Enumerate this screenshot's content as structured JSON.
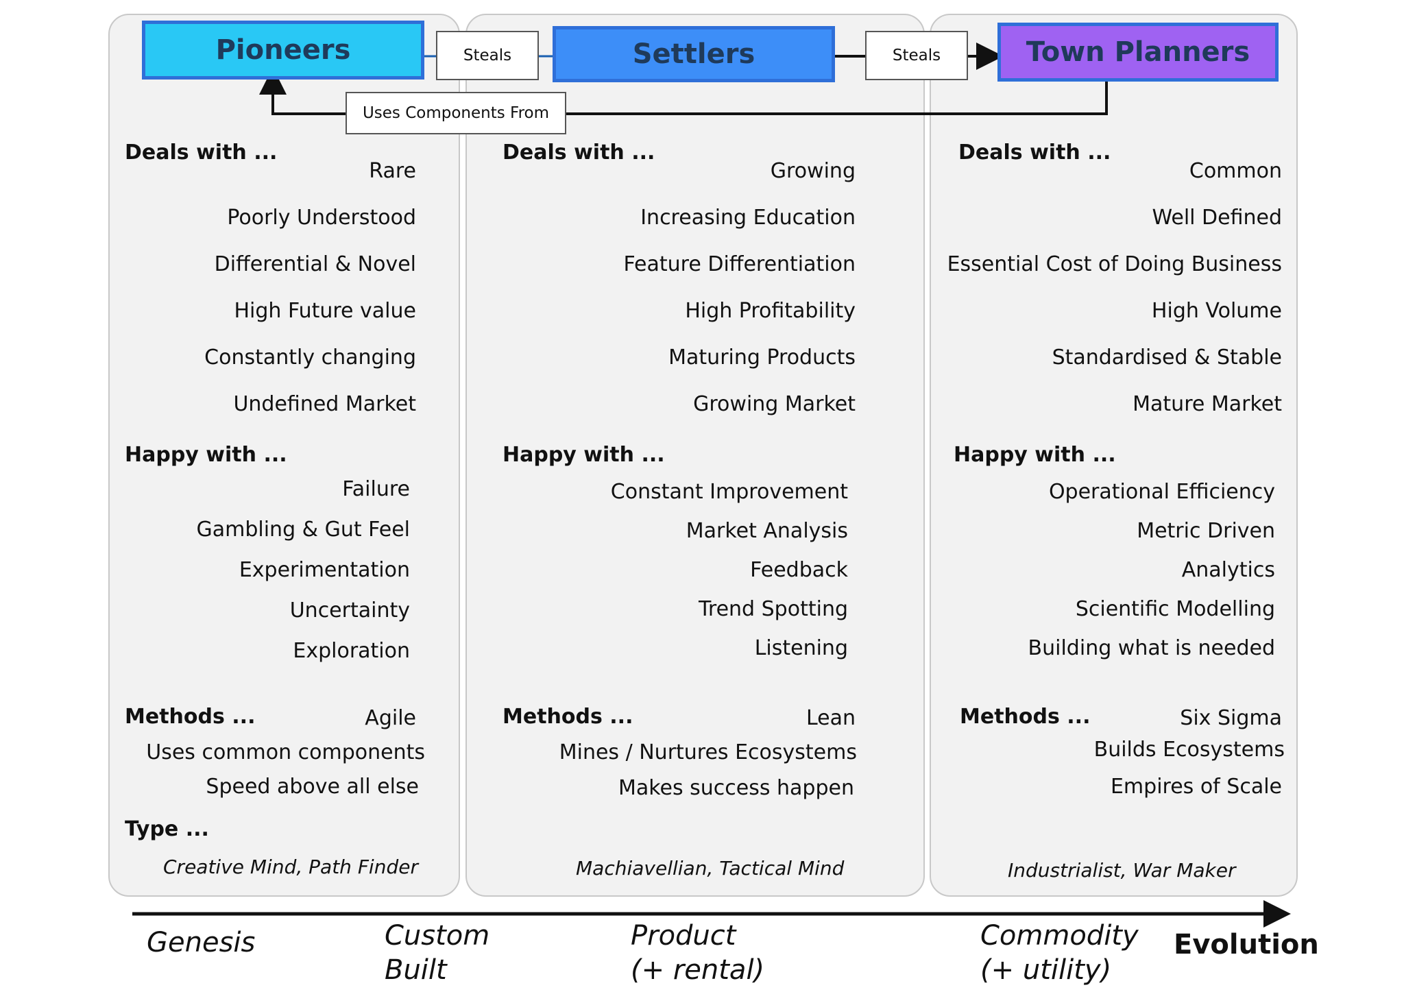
{
  "headers": {
    "pioneers": "Pioneers",
    "settlers": "Settlers",
    "town_planners": "Town Planners"
  },
  "connectors": {
    "steals_1": "Steals",
    "steals_2": "Steals",
    "uses_components_from": "Uses Components From"
  },
  "colors": {
    "pioneers": "#29c8f5",
    "settlers": "#3d8ef8",
    "town_planners": "#9f62f2",
    "border": "#2f6fd8",
    "panel": "#f2f2f2"
  },
  "columns": [
    {
      "deals_label": "Deals with ...",
      "deals": [
        "Rare",
        "Poorly Understood",
        "Differential & Novel",
        "High Future value",
        "Constantly changing",
        "Undefined Market"
      ],
      "happy_label": "Happy with ...",
      "happy": [
        "Failure",
        "Gambling & Gut Feel",
        "Experimentation",
        "Uncertainty",
        "Exploration"
      ],
      "methods_label": "Methods ...",
      "methods": [
        "Agile",
        "Uses common components",
        "Speed above all else"
      ],
      "type_label": "Type ...",
      "type": "Creative Mind, Path Finder"
    },
    {
      "deals_label": "Deals with ...",
      "deals": [
        "Growing",
        "Increasing Education",
        "Feature Differentiation",
        "High Profitability",
        "Maturing Products",
        "Growing Market"
      ],
      "happy_label": "Happy with ...",
      "happy": [
        "Constant Improvement",
        "Market Analysis",
        "Feedback",
        "Trend Spotting",
        "Listening"
      ],
      "methods_label": "Methods ...",
      "methods": [
        "Lean",
        "Mines / Nurtures Ecosystems",
        "Makes success happen"
      ],
      "type": "Machiavellian, Tactical Mind"
    },
    {
      "deals_label": "Deals with ...",
      "deals": [
        "Common",
        "Well Defined",
        "Essential Cost of Doing Business",
        "High Volume",
        "Standardised & Stable",
        "Mature Market"
      ],
      "happy_label": "Happy with ...",
      "happy": [
        "Operational Efficiency",
        "Metric Driven",
        "Analytics",
        "Scientific Modelling",
        "Building what is needed"
      ],
      "methods_label": "Methods ...",
      "methods": [
        "Six Sigma",
        "Builds Ecosystems",
        "Empires of Scale"
      ],
      "type": "Industrialist, War Maker"
    }
  ],
  "axis": {
    "stages": [
      {
        "line1": "Genesis",
        "line2": ""
      },
      {
        "line1": "Custom",
        "line2": "Built"
      },
      {
        "line1": "Product",
        "line2": "(+ rental)"
      },
      {
        "line1": "Commodity",
        "line2": "(+ utility)"
      }
    ],
    "label": "Evolution"
  }
}
